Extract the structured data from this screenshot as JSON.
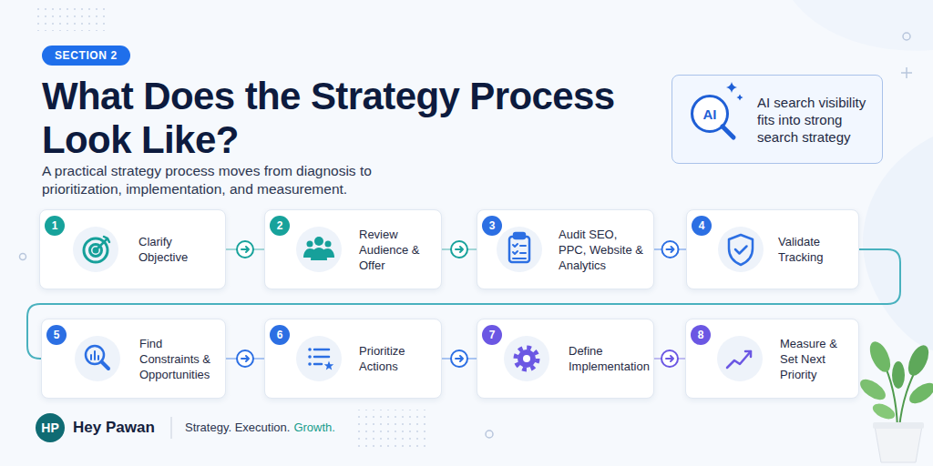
{
  "diagram": {
    "title": "What Does the Strategy Process Look Like?",
    "caption": "A practical strategy process moves from diagnosis to prioritization, implementation, and measurement.",
    "nodes": [
      {
        "text": [
          "AI search visibility fits into strong search strategy"
        ]
      },
      {
        "text": [
          "AI"
        ],
        "in": 0
      },
      {
        "text": [
          "Clarify Objective"
        ]
      },
      {
        "text": [
          "1"
        ],
        "in": 2
      },
      {
        "text": [
          "Review Audience & Offer"
        ]
      },
      {
        "text": [
          "2"
        ],
        "in": 4
      },
      {
        "text": [
          "Audit SEO, PPC, Website & Analytics"
        ]
      },
      {
        "text": [
          "3"
        ],
        "in": 6
      },
      {
        "text": [
          "Validate Tracking"
        ]
      },
      {
        "text": [
          "4"
        ],
        "in": 8
      },
      {
        "text": [
          "Find Constraints & Opportunities"
        ]
      },
      {
        "text": [
          "5"
        ],
        "in": 10
      },
      {
        "text": [
          "Prioritize Actions"
        ]
      },
      {
        "text": [
          "6"
        ],
        "in": 12
      },
      {
        "text": [
          "Define Implementation"
        ]
      },
      {
        "text": [
          "7"
        ],
        "in": 14
      },
      {
        "text": [
          "Measure & Set Next Priority"
        ]
      },
      {
        "text": [
          "8"
        ],
        "in": 16
      }
    ],
    "edges": [
      {
        "from": 2,
        "to": 4,
        "arrow": "to"
      },
      {
        "from": 4,
        "to": 6,
        "arrow": "to"
      },
      {
        "from": 6,
        "to": 8,
        "arrow": "to"
      },
      {
        "from": 8,
        "to": 10,
        "arrow": "none"
      },
      {
        "from": 10,
        "to": 12,
        "arrow": "to"
      },
      {
        "from": 12,
        "to": 14,
        "arrow": "to"
      },
      {
        "from": 14,
        "to": 16,
        "arrow": "to"
      }
    ],
    "labels": [
      "SECTION 2",
      "HP",
      "Hey Pawan",
      "Strategy. Execution.",
      "Growth."
    ]
  }
}
